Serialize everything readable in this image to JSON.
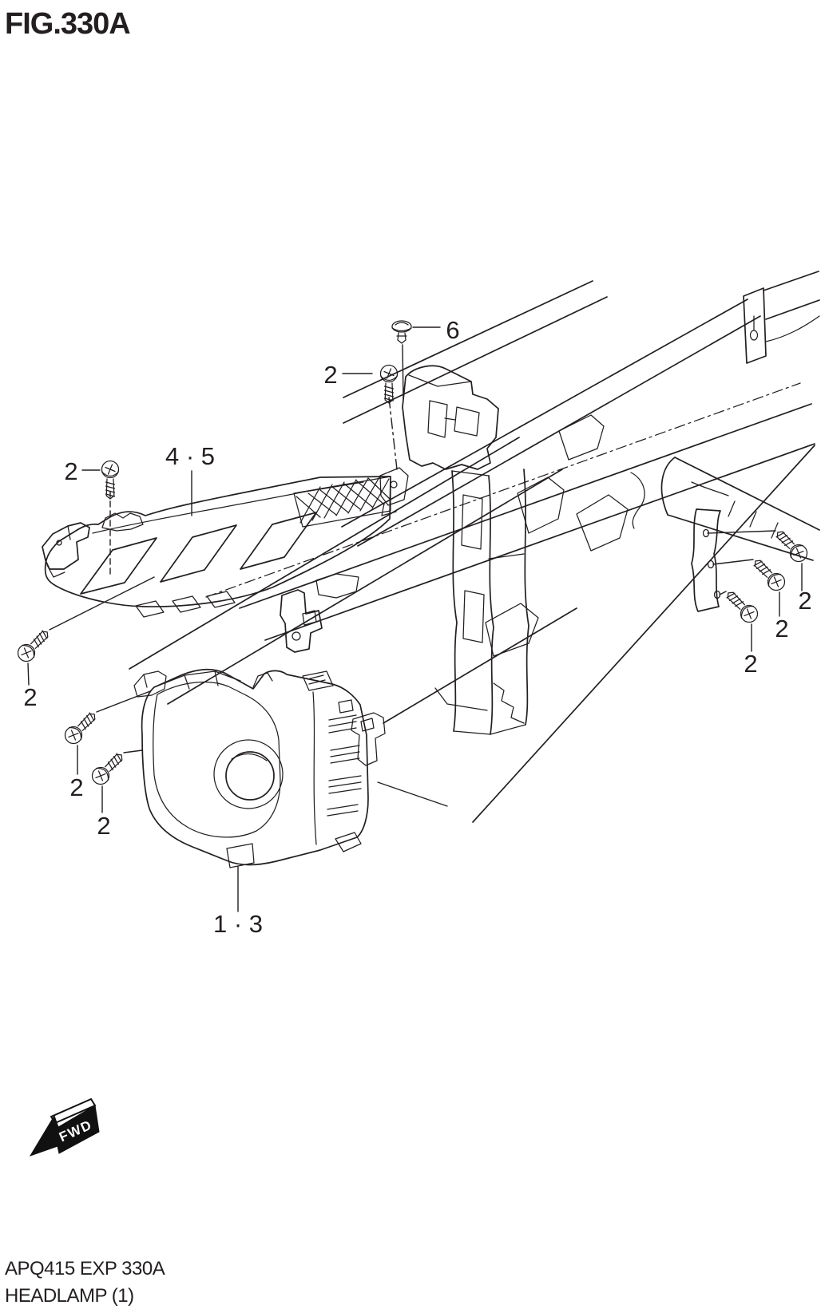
{
  "figure": {
    "title": "FIG.330A",
    "code": "APQ415 EXP 330A",
    "name": "HEADLAMP (1)"
  },
  "callouts": {
    "clip": "6",
    "screw": "2",
    "lens_bezel": "4 · 5",
    "housing": "1 · 3"
  },
  "fwd": {
    "label": "FWD"
  },
  "colors": {
    "line": "#231f20",
    "background": "#ffffff",
    "fwd_background": "#111111",
    "fwd_text": "#ffffff"
  }
}
